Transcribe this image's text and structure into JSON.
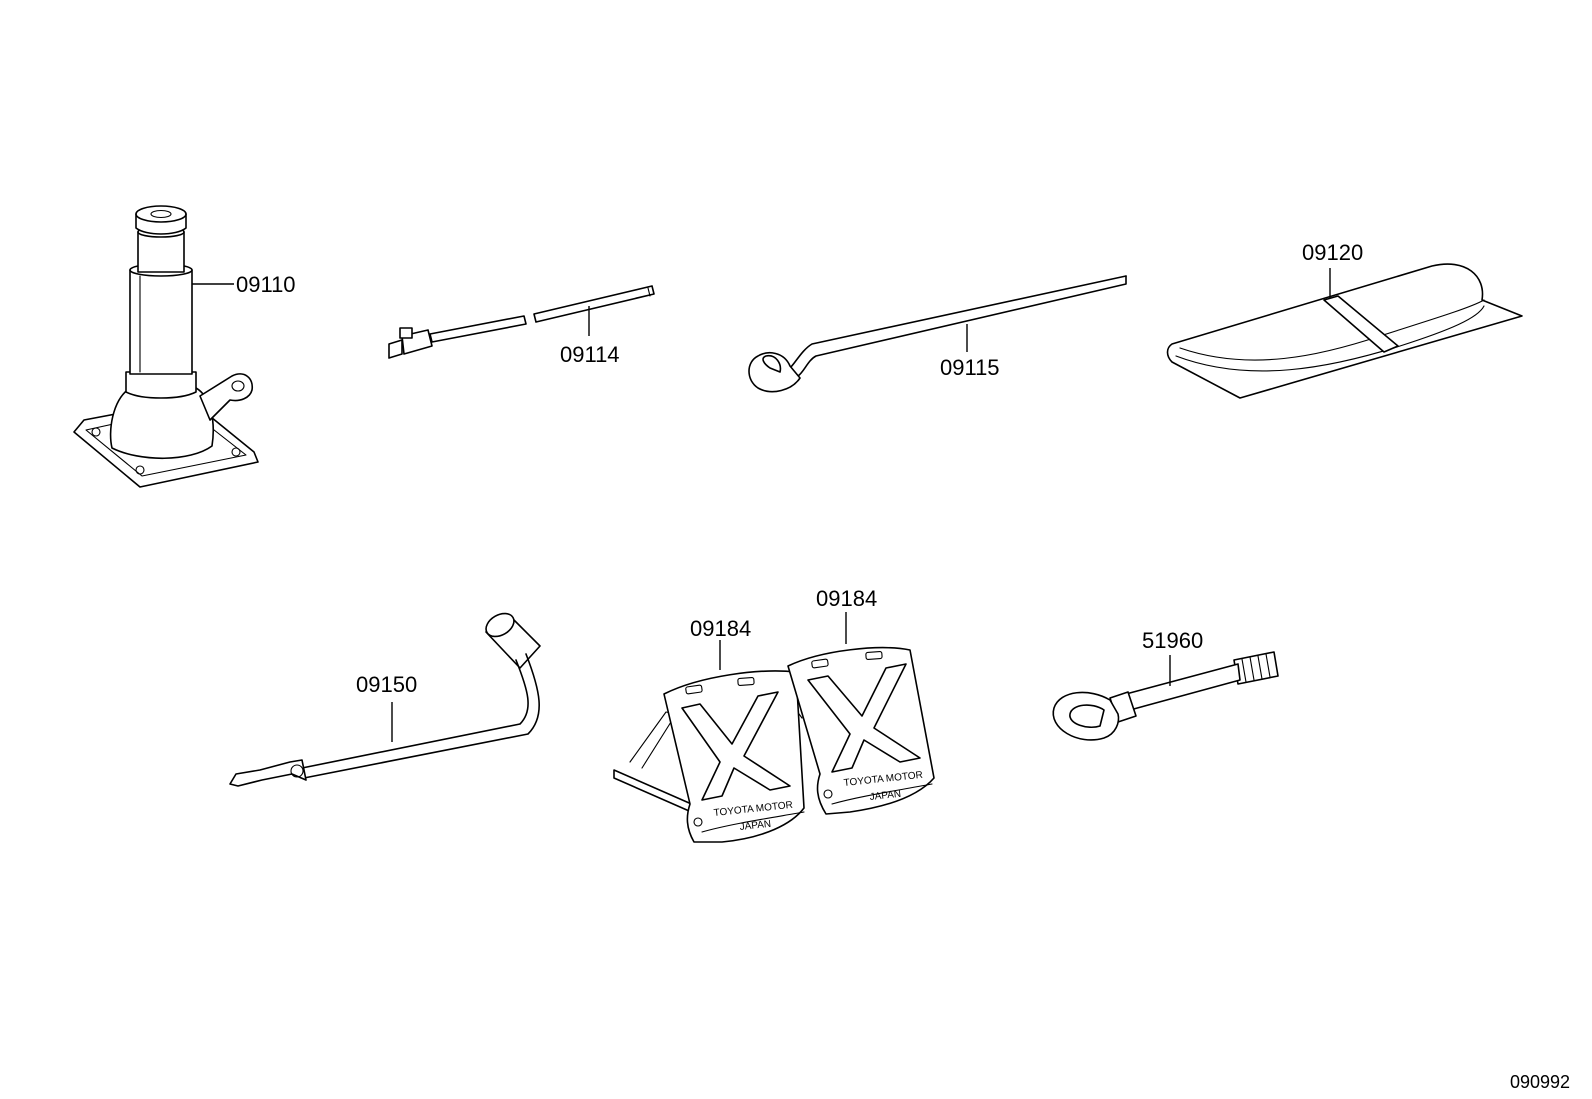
{
  "parts": [
    {
      "id": "jack",
      "number": "09110"
    },
    {
      "id": "jack-handle-extension",
      "number": "09114"
    },
    {
      "id": "jack-handle",
      "number": "09115"
    },
    {
      "id": "tool-bag",
      "number": "09120"
    },
    {
      "id": "wheel-nut-wrench",
      "number": "09150"
    },
    {
      "id": "wheel-chock-left",
      "number": "09184"
    },
    {
      "id": "wheel-chock-right",
      "number": "09184"
    },
    {
      "id": "towing-eye",
      "number": "51960"
    }
  ],
  "chock_stamp": {
    "line1": "TOYOTA MOTOR",
    "line2": "JAPAN"
  },
  "diagram_code": "090992"
}
